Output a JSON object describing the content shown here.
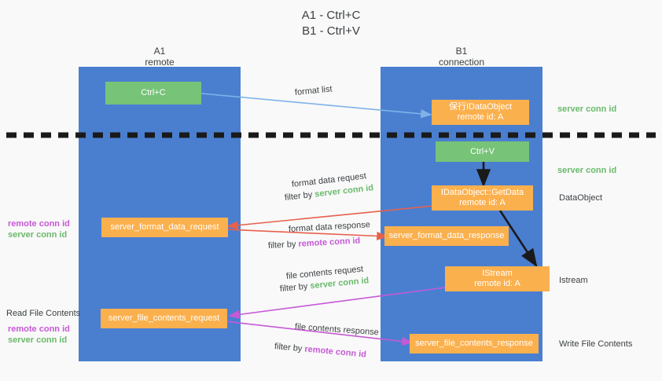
{
  "title": {
    "line1": "A1 - Ctrl+C",
    "line2": "B1 - Ctrl+V"
  },
  "lanes": [
    {
      "id": "a1",
      "name": "A1",
      "sub": "remote",
      "color": "#4a7fd0"
    },
    {
      "id": "b1",
      "name": "B1",
      "sub": "connection",
      "color": "#4a7fd0"
    }
  ],
  "colors": {
    "lane": "#4a7fd0",
    "green_node": "#77c378",
    "orange_node": "#fbb04e",
    "server_conn_id": "#6aba6b",
    "remote_conn_id": "#c659d6",
    "arrow_blue": "#7fb3e8",
    "arrow_red": "#e8604c",
    "arrow_magenta": "#c659d6",
    "arrow_dark": "#1a1a1a",
    "divider": "#1a1a1a",
    "background": "#f9f9f9",
    "text": "#3c4043"
  },
  "nodes": {
    "ctrl_c": {
      "label": "Ctrl+C"
    },
    "idataobject": {
      "line1": "保行IDataObject",
      "line2": "remote id: A"
    },
    "ctrl_v": {
      "label": "Ctrl+V"
    },
    "getdata": {
      "line1": "IDataObject::GetData",
      "line2": "remote id: A"
    },
    "istream": {
      "line1": "IStream",
      "line2": "remote id: A"
    },
    "format_data_request": {
      "label": "server_format_data_request"
    },
    "format_data_response": {
      "label": "server_format_data_response"
    },
    "file_contents_request": {
      "label": "server_file_contents_request"
    },
    "file_contents_response": {
      "label": "server_file_contents_response"
    }
  },
  "edge_labels": {
    "format_list": "format list",
    "format_data_request": "format data request",
    "format_data_request_filter_prefix": "filter by",
    "format_data_request_filter_value": "server conn id",
    "format_data_response": "format data response",
    "format_data_response_filter_prefix": "filter by",
    "format_data_response_filter_value": "remote conn id",
    "file_contents_request": "file contents request",
    "file_contents_request_filter_prefix": "filter by",
    "file_contents_request_filter_value": "server conn id",
    "file_contents_response": "file contents response",
    "file_contents_response_filter_prefix": "filter by",
    "file_contents_response_filter_value": "remote conn id"
  },
  "right_annotations": {
    "server_conn_id_top": "server conn id",
    "server_conn_id_mid": "server conn id",
    "dataobject": "DataObject",
    "istream": "Istream",
    "write_file_contents": "Write File Contents"
  },
  "left_annotations": {
    "remote_conn_id_upper": "remote conn id",
    "server_conn_id_upper": "server conn id",
    "read_file_contents": "Read File Contents",
    "remote_conn_id_lower": "remote conn id",
    "server_conn_id_lower": "server conn id"
  }
}
